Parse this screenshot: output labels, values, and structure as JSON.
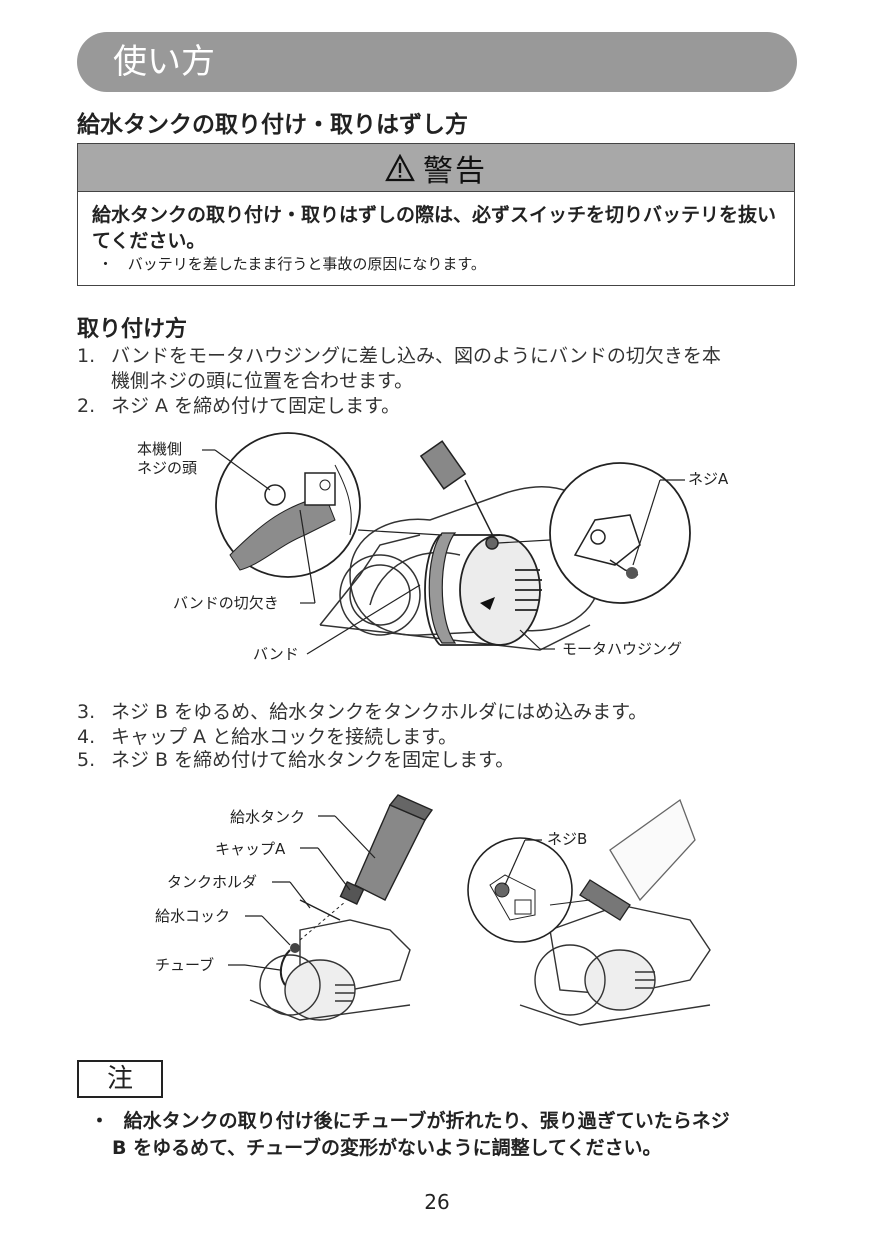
{
  "header": {
    "title": "使い方"
  },
  "section": {
    "title": "給水タンクの取り付け・取りはずし方"
  },
  "warning": {
    "label": "警告",
    "icon": "warning-triangle-icon",
    "text": "給水タンクの取り付け・取りはずしの際は、必ずスイッチを切りバッテリを抜いてください。",
    "bullet": "・",
    "sub": "バッテリを差したまま行うと事故の原因になります。"
  },
  "install": {
    "title": "取り付け方",
    "steps": [
      {
        "num": "1.",
        "line1": "バンドをモータハウジングに差し込み、図のようにバンドの切欠きを本",
        "line2": "機側ネジの頭に位置を合わせます。"
      },
      {
        "num": "2.",
        "line1": "ネジ A を締め付けて固定します。"
      }
    ],
    "figure1_labels": {
      "screw_head_1": "本機側",
      "screw_head_2": "ネジの頭",
      "screw_a": "ネジA",
      "notch": "バンドの切欠き",
      "band": "バンド",
      "motor": "モータハウジング"
    },
    "steps2": [
      {
        "num": "3.",
        "line1": "ネジ B をゆるめ、給水タンクをタンクホルダにはめ込みます。"
      },
      {
        "num": "4.",
        "line1": "キャップ A と給水コックを接続します。"
      },
      {
        "num": "5.",
        "line1": "ネジ B を締め付けて給水タンクを固定します。"
      }
    ],
    "figure2_labels": {
      "tank": "給水タンク",
      "cap_a": "キャップA",
      "holder": "タンクホルダ",
      "cock": "給水コック",
      "tube": "チューブ",
      "screw_b": "ネジB"
    }
  },
  "note": {
    "label": "注",
    "bullet": "・",
    "line1": "給水タンクの取り付け後にチューブが折れたり、張り過ぎていたらネジ",
    "line2": "B をゆるめて、チューブの変形がないように調整してください。"
  },
  "page": {
    "number": "26"
  }
}
